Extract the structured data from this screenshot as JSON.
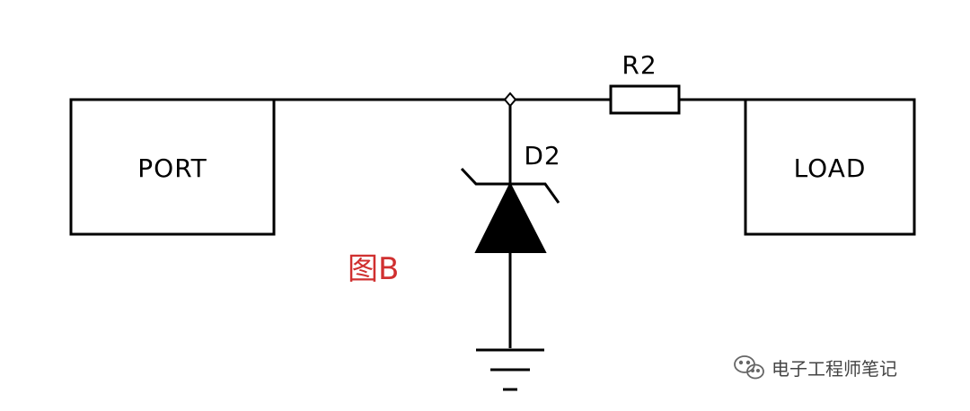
{
  "diagram": {
    "port_label": "PORT",
    "load_label": "LOAD",
    "resistor_label": "R2",
    "diode_label": "D2",
    "figure_label": "图B"
  },
  "watermark": {
    "text": "电子工程师笔记",
    "icon": "wechat-icon"
  },
  "colors": {
    "line": "#000000",
    "figure_label": "#d03030",
    "watermark": "#444444"
  }
}
